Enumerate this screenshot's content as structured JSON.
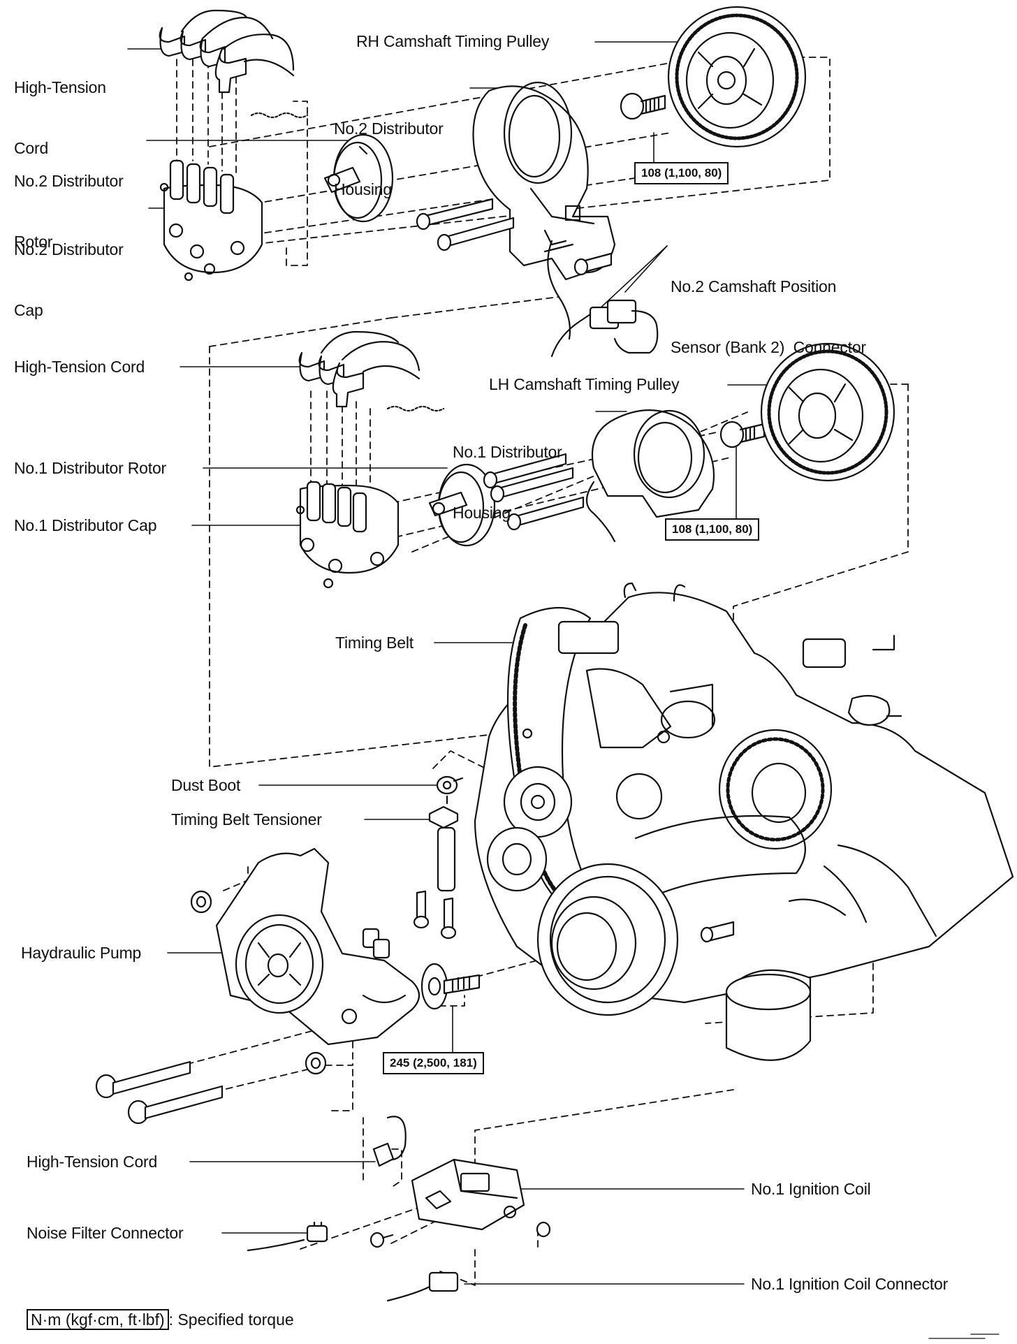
{
  "labels": {
    "rh_hightension_cord_l1": "High-Tension",
    "rh_hightension_cord_l2": "Cord",
    "rh_camshaft_pulley": "RH Camshaft Timing Pulley",
    "no2_dist_housing_l1": "No.2 Distributor",
    "no2_dist_housing_l2": "Housing",
    "no2_dist_rotor_l1": "No.2 Distributor",
    "no2_dist_rotor_l2": "Rotor",
    "no2_dist_cap_l1": "No.2 Distributor",
    "no2_dist_cap_l2": "Cap",
    "no2_cam_sensor_l1": "No.2 Camshaft Position",
    "no2_cam_sensor_l2": "Sensor (Bank 2)  Connector",
    "lh_hightension_cord": "High-Tension Cord",
    "lh_camshaft_pulley": "LH Camshaft Timing Pulley",
    "no1_dist_housing_l1": "No.1 Distributor",
    "no1_dist_housing_l2": "Housing",
    "no1_dist_rotor": "No.1 Distributor Rotor",
    "no1_dist_cap": "No.1 Distributor Cap",
    "timing_belt": "Timing Belt",
    "dust_boot": "Dust Boot",
    "tensioner": "Timing Belt Tensioner",
    "hydraulic_pump": "Haydraulic Pump",
    "coil_hightension_cord": "High-Tension Cord",
    "no1_ignition_coil": "No.1 Ignition Coil",
    "noise_filter_connector": "Noise Filter Connector",
    "no1_ignition_coil_connector": "No.1 Ignition Coil Connector"
  },
  "torques": {
    "rh_pulley": "108 (1,100, 80)",
    "lh_pulley": "108 (1,100, 80)",
    "crank": "245 (2,500, 181)"
  },
  "legend": {
    "unit": "N·m (kgf·cm, ft·lbf)",
    "text": ": Specified torque"
  }
}
